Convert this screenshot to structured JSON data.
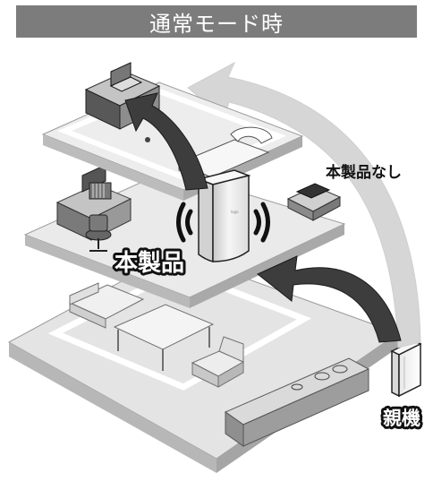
{
  "title": "通常モード時",
  "labels": {
    "product": "本製品",
    "without_product": "本製品なし",
    "parent": "親機"
  },
  "colors": {
    "title_bg": "#7c7c7c",
    "floor_top": "#e9e9e9",
    "floor_side": "#bcbcbc",
    "arrow_dark": "#3d3d3d",
    "arrow_light": "#d6d6d6",
    "outline": "#222222"
  },
  "icons": [
    "wifi-waves-icon"
  ]
}
